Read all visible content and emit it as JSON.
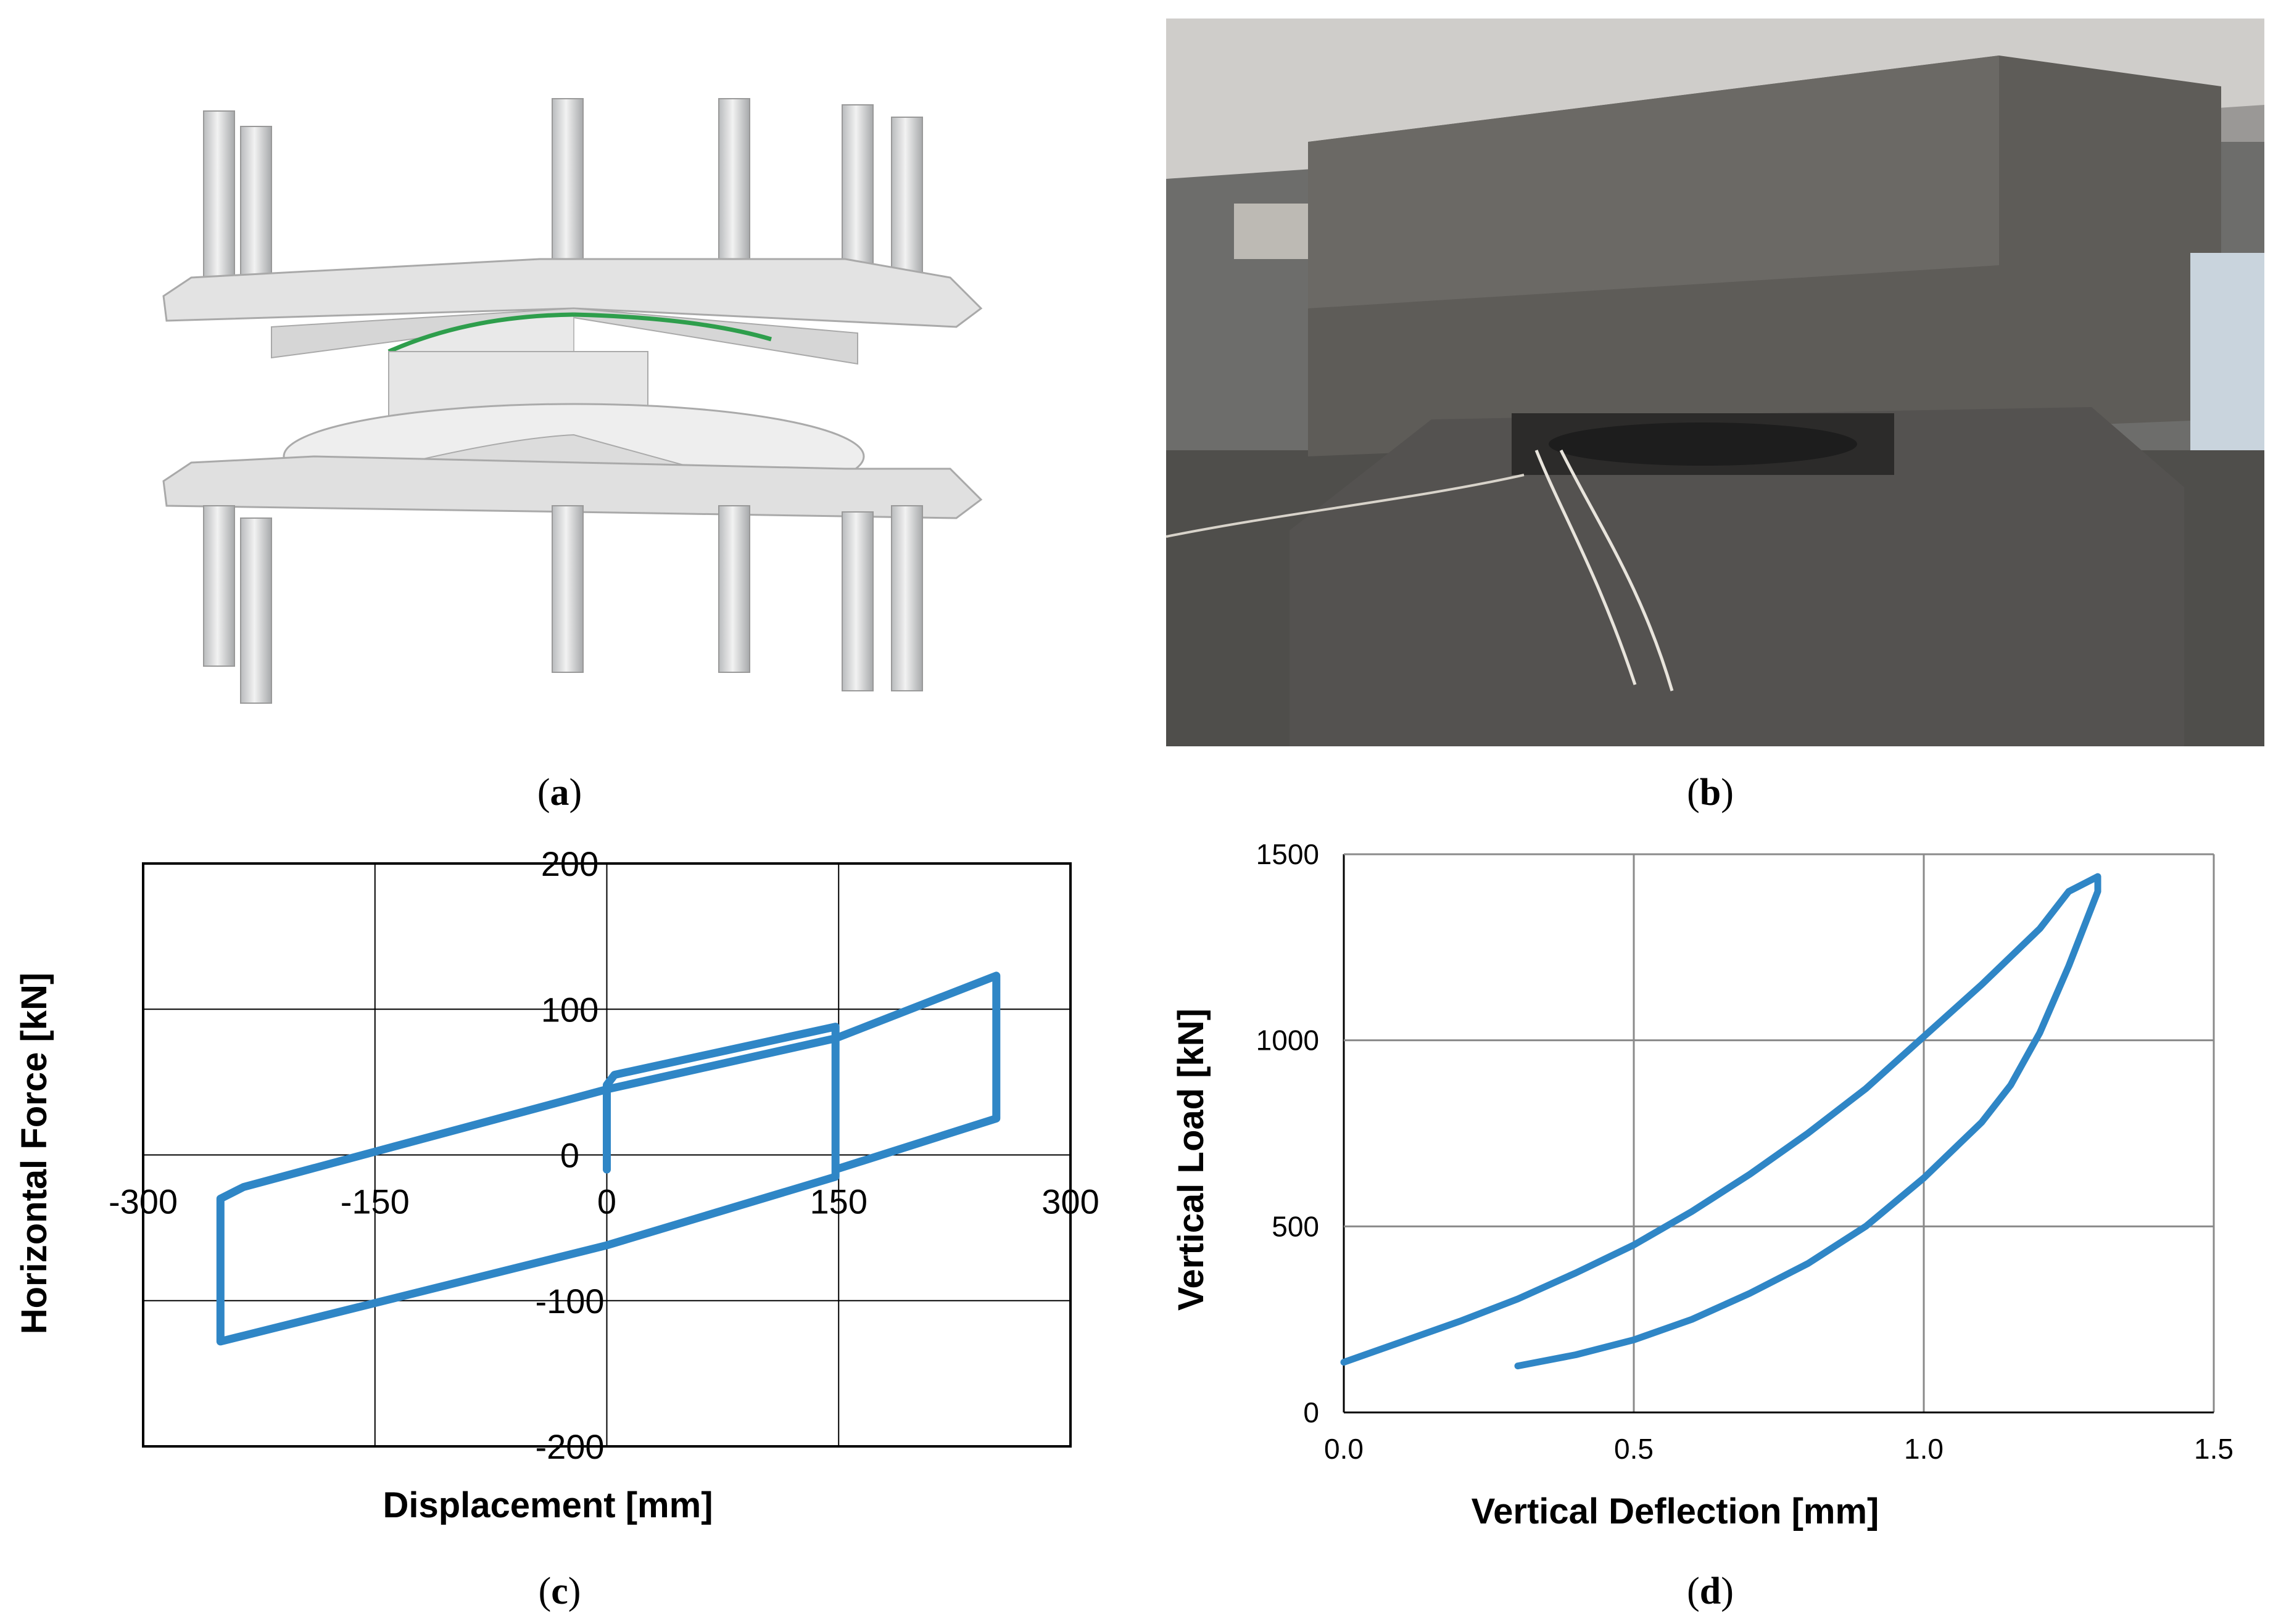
{
  "captions": {
    "a": "a",
    "b": "b",
    "c": "c",
    "d": "d"
  },
  "panel_a": {
    "icon": "seismic-isolator-bearing-cutaway-icon"
  },
  "panel_b": {
    "icon": "installed-bearing-photo-icon"
  },
  "chart_data": [
    {
      "type": "line",
      "panel": "c",
      "title": "",
      "xlabel": "Displacement [mm]",
      "ylabel": "Horizontal Force [kN]",
      "xlim": [
        -300,
        300
      ],
      "ylim": [
        -200,
        200
      ],
      "xticks": [
        "-300",
        "-150",
        "0",
        "150",
        "300"
      ],
      "yticks": [
        "200",
        "100",
        "0",
        "-100",
        "-200"
      ],
      "grid": true,
      "color": "#2f86c6",
      "series": [
        {
          "x": [
            0,
            0,
            5,
            148,
            148,
            148,
            148,
            0,
            -250,
            -250,
            -250,
            -250,
            -235,
            0,
            148,
            252,
            252,
            252,
            252,
            148
          ],
          "y": [
            -10,
            48,
            55,
            88,
            80,
            20,
            -15,
            -62,
            -128,
            -118,
            -35,
            -30,
            -22,
            45,
            80,
            123,
            117,
            30,
            25,
            -10
          ]
        }
      ]
    },
    {
      "type": "line",
      "panel": "d",
      "title": "",
      "xlabel": "Vertical Deflection [mm]",
      "ylabel": "Vertical Load [kN]",
      "xlim": [
        0,
        1.5
      ],
      "ylim": [
        0,
        1500
      ],
      "xticks": [
        "0.0",
        "0.5",
        "1.0",
        "1.5"
      ],
      "yticks": [
        "1500",
        "1000",
        "500",
        "0"
      ],
      "grid": true,
      "color": "#2f86c6",
      "series": [
        {
          "x": [
            0.0,
            0.1,
            0.2,
            0.3,
            0.4,
            0.5,
            0.6,
            0.7,
            0.8,
            0.9,
            1.0,
            1.1,
            1.2,
            1.25,
            1.3,
            1.3,
            1.25,
            1.2,
            1.15,
            1.1,
            1.0,
            0.9,
            0.8,
            0.7,
            0.6,
            0.5,
            0.4,
            0.3
          ],
          "y": [
            135,
            190,
            245,
            305,
            375,
            450,
            540,
            640,
            750,
            870,
            1010,
            1150,
            1300,
            1400,
            1440,
            1400,
            1200,
            1020,
            880,
            780,
            630,
            500,
            400,
            320,
            250,
            195,
            155,
            125
          ]
        }
      ]
    }
  ]
}
